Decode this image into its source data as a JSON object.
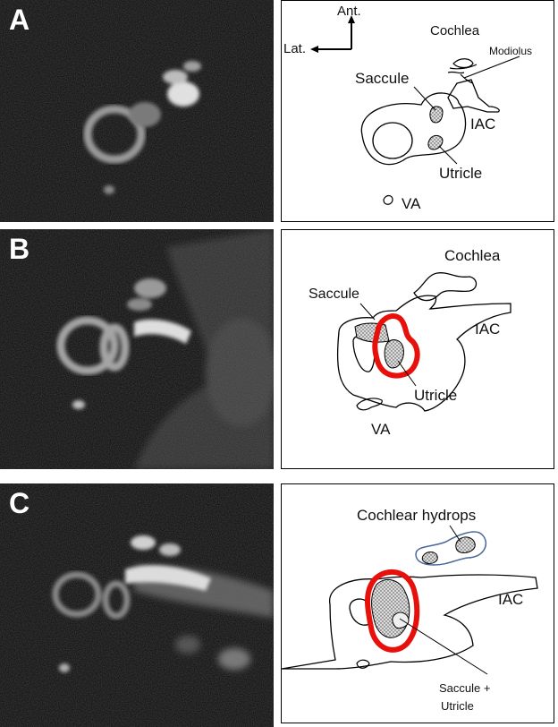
{
  "panels": {
    "a": {
      "letter": "A",
      "orientation": {
        "anterior": "Ant.",
        "lateral": "Lat."
      },
      "labels": {
        "cochlea": "Cochlea",
        "modiolus": "Modiolus",
        "saccule": "Saccule",
        "iac": "IAC",
        "utricle": "Utricle",
        "va": "VA"
      }
    },
    "b": {
      "letter": "B",
      "labels": {
        "cochlea": "Cochlea",
        "saccule": "Saccule",
        "iac": "IAC",
        "utricle": "Utricle",
        "va": "VA"
      }
    },
    "c": {
      "letter": "C",
      "labels": {
        "cochlear_hydrops": "Cochlear hydrops",
        "iac": "IAC",
        "saccule_utricle_line1": "Saccule +",
        "saccule_utricle_line2": "Utricle"
      }
    }
  },
  "colors": {
    "highlight": "#e8100a",
    "hydrops_outline": "#4a6a9a"
  }
}
